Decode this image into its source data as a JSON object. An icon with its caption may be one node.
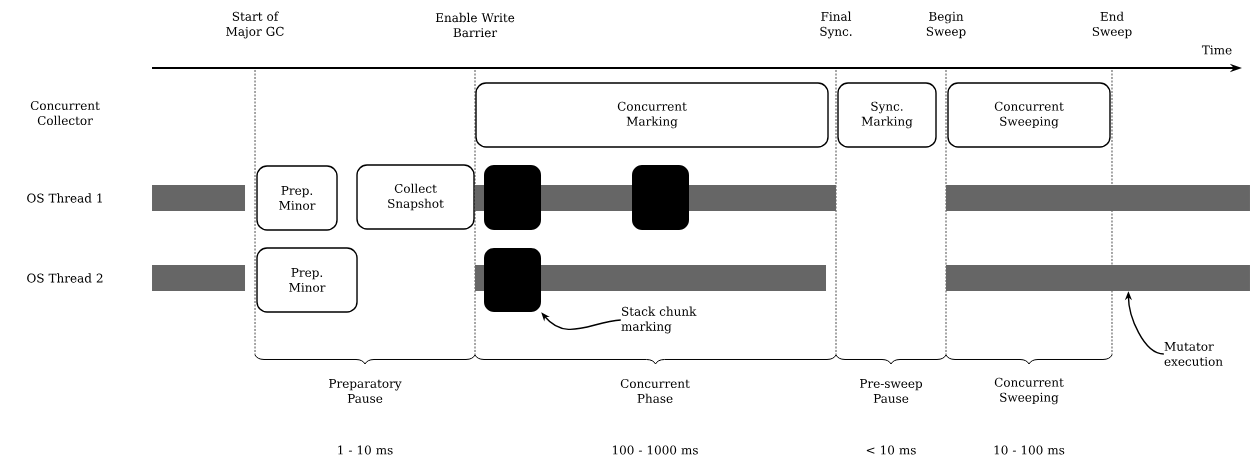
{
  "diagram": {
    "nodes": [
      {
        "text": [
          "Concurrent Marking"
        ]
      },
      {
        "text": [
          "Sync. Marking"
        ]
      },
      {
        "text": [
          "Concurrent Sweeping"
        ]
      },
      {
        "text": [],
        "shape": "bar"
      },
      {
        "text": [
          "Prep. Minor"
        ]
      },
      {
        "text": [
          "Collect Snapshot"
        ]
      },
      {
        "text": [],
        "shape": "bar"
      },
      {
        "text": [],
        "shape": "box"
      },
      {
        "text": [],
        "shape": "box"
      },
      {
        "text": [],
        "shape": "bar"
      },
      {
        "text": [],
        "shape": "bar"
      },
      {
        "text": [
          "Prep. Minor"
        ]
      },
      {
        "text": [],
        "shape": "bar"
      },
      {
        "text": [],
        "shape": "box"
      },
      {
        "text": [],
        "shape": "bar"
      },
      {
        "text": [
          "Stack chunk marking"
        ]
      },
      {
        "text": [
          "Mutator execution"
        ]
      }
    ],
    "edges": [
      {
        "from": 15,
        "to": 13,
        "arrow": "to"
      },
      {
        "from": 16,
        "to": 14,
        "arrow": "to"
      }
    ],
    "labels": [
      "Start of Major GC",
      "Enable Write Barrier",
      "Final Sync.",
      "Begin Sweep",
      "End Sweep",
      "Time",
      "Concurrent Collector",
      "OS Thread 1",
      "OS Thread 2",
      "Preparatory Pause",
      "Concurrent Phase",
      "Pre-sweep Pause",
      "Concurrent Sweeping",
      "1 - 10 ms",
      "100 - 1000 ms",
      "< 10 ms",
      "10 - 100 ms"
    ]
  }
}
